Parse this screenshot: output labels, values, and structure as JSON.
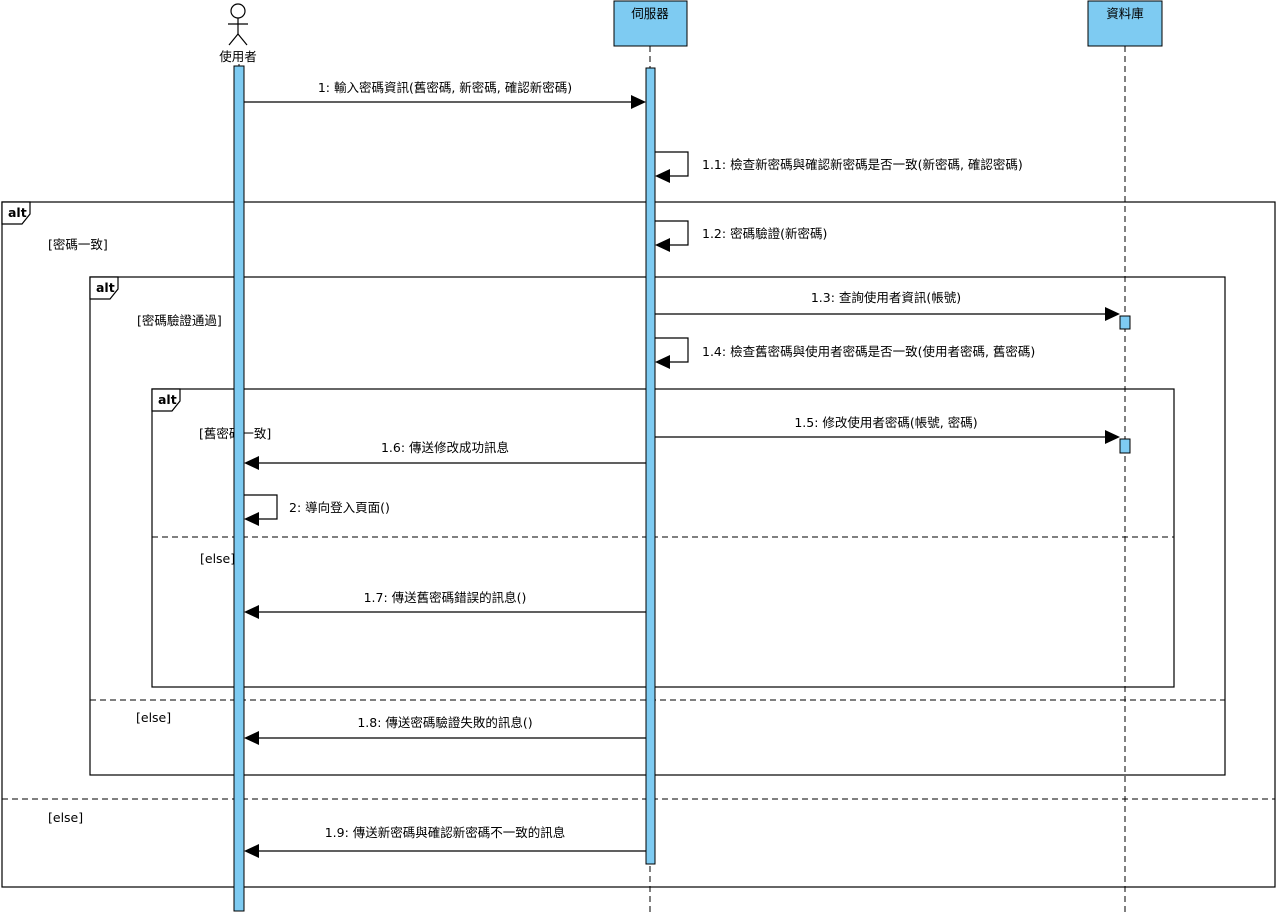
{
  "participants": {
    "actor": "使用者",
    "server": "伺服器",
    "database": "資料庫"
  },
  "operators": {
    "alt1": "alt",
    "alt2": "alt",
    "alt3": "alt"
  },
  "guards": {
    "g1": "[密碼一致]",
    "g2": "[密碼驗證通過]",
    "g3": "[舊密碼一致]",
    "g4": "[else]",
    "g5": "[else]",
    "g6": "[else]"
  },
  "messages": {
    "m1": "1: 輸入密碼資訊(舊密碼, 新密碼, 確認新密碼)",
    "m1_1": "1.1: 檢查新密碼與確認新密碼是否一致(新密碼, 確認密碼)",
    "m1_2": "1.2: 密碼驗證(新密碼)",
    "m1_3": "1.3: 查詢使用者資訊(帳號)",
    "m1_4": "1.4: 檢查舊密碼與使用者密碼是否一致(使用者密碼, 舊密碼)",
    "m1_5": "1.5: 修改使用者密碼(帳號, 密碼)",
    "m1_6": "1.6: 傳送修改成功訊息",
    "m2": "2: 導向登入頁面()",
    "m1_7": "1.7: 傳送舊密碼錯誤的訊息()",
    "m1_8": "1.8: 傳送密碼驗證失敗的訊息()",
    "m1_9": "1.9: 傳送新密碼與確認新密碼不一致的訊息"
  },
  "colors": {
    "activation": "#7ecbf2",
    "lines": "#000000",
    "background": "#ffffff"
  }
}
